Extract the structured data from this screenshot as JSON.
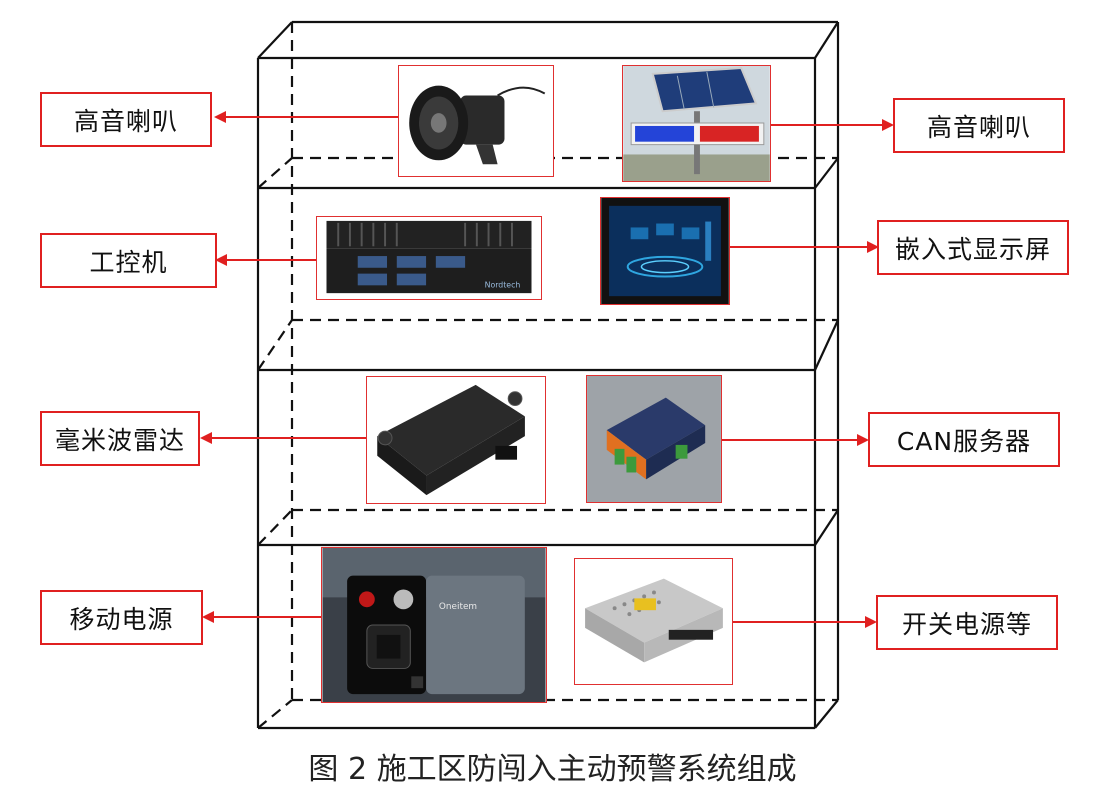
{
  "labels": {
    "left_1": "高音喇叭",
    "right_1": "高音喇叭",
    "left_2": "工控机",
    "right_2": "嵌入式显示屏",
    "left_3": "毫米波雷达",
    "right_3": "CAN服务器",
    "left_4": "移动电源",
    "right_4": "开关电源等"
  },
  "caption": "图 2  施工区防闯入主动预警系统组成",
  "photo_text": {
    "ipc_brand": "Nordtech",
    "power_brand": "Oneitem"
  },
  "colors": {
    "arrow": "#e02020",
    "label_border": "#e02020",
    "frame": "#111111"
  }
}
